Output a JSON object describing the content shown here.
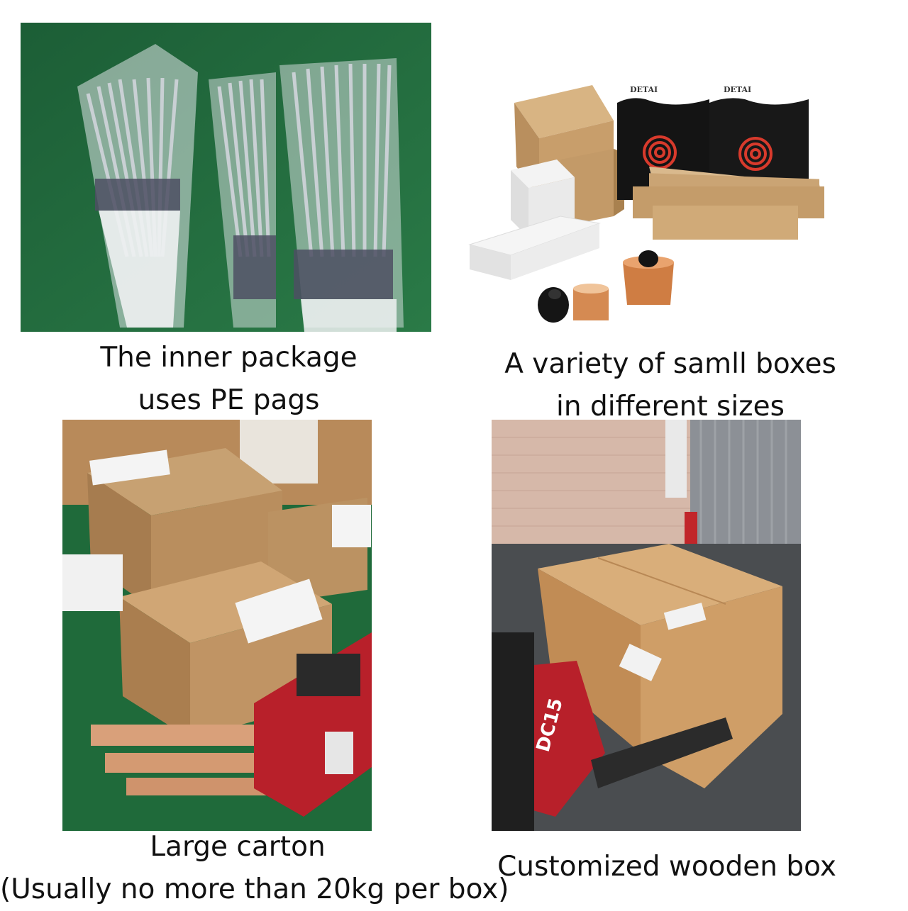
{
  "captions": {
    "pe_bags": {
      "line1": "The inner package",
      "line2": "uses PE pags"
    },
    "small_boxes": {
      "line1": "A variety of samll boxes",
      "line2": "in different sizes"
    },
    "large_carton": {
      "line1": "Large carton",
      "line2": "(Usually no more than 20kg per box)"
    },
    "wooden_box": {
      "line1": "Customized wooden box"
    }
  },
  "box_brand": "DETAI",
  "forklift_model": "DC15",
  "colors": {
    "green_floor": "#1f6a3a",
    "cardboard": "#c9a06c",
    "plywood": "#d7a874",
    "pallet_truck_red": "#b8202a",
    "black_box": "#141414",
    "heating_coil": "#d83a2c"
  }
}
